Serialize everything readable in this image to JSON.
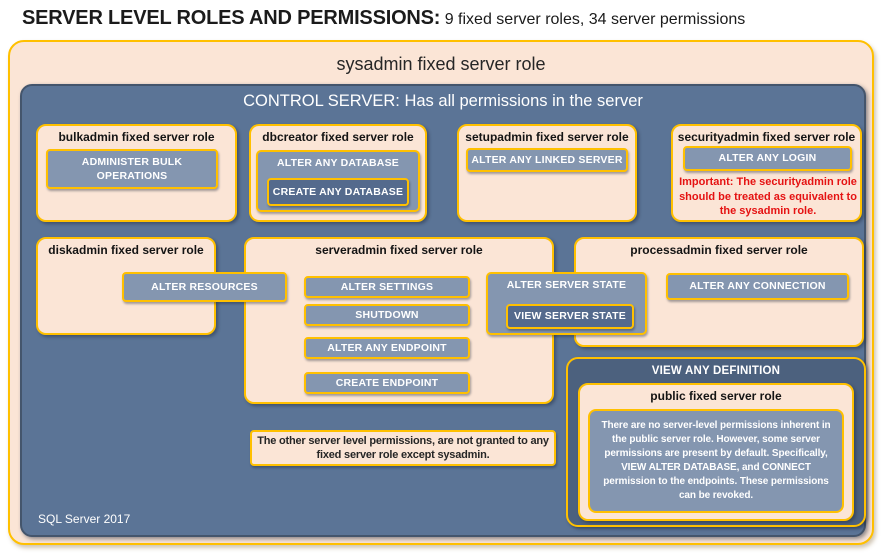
{
  "page": {
    "title_bold": "SERVER LEVEL ROLES AND PERMISSIONS:",
    "title_rest": " 9 fixed server roles, 34 server permissions"
  },
  "sysadmin_label": "sysadmin fixed server role",
  "control": {
    "label": "CONTROL SERVER: Has all permissions in the server",
    "footer": "SQL Server 2017"
  },
  "bulkadmin": {
    "label": "bulkadmin fixed server role",
    "perm": "ADMINISTER BULK OPERATIONS"
  },
  "dbcreator": {
    "label": "dbcreator fixed server role",
    "perm": "ALTER ANY DATABASE",
    "nested_perm": "CREATE ANY DATABASE"
  },
  "setupadmin": {
    "label": "setupadmin fixed server role",
    "perm": "ALTER ANY LINKED SERVER"
  },
  "securityadmin": {
    "label": "securityadmin fixed server role",
    "perm": "ALTER ANY LOGIN",
    "warning": "Important: The securityadmin role should be treated as equivalent to the sysadmin role."
  },
  "diskadmin": {
    "label": "diskadmin fixed server role",
    "perm": "ALTER RESOURCES"
  },
  "serveradmin": {
    "label": "serveradmin fixed server role",
    "perms": [
      "ALTER SETTINGS",
      "SHUTDOWN",
      "ALTER ANY ENDPOINT",
      "CREATE ENDPOINT"
    ]
  },
  "shared": {
    "perm": "ALTER SERVER STATE",
    "nested_perm": "VIEW SERVER STATE"
  },
  "processadmin": {
    "label": "processadmin fixed server role",
    "perm": "ALTER ANY CONNECTION"
  },
  "public_role": {
    "container_perm": "VIEW ANY DEFINITION",
    "label": "public fixed server role",
    "note": "There are no server-level permissions inherent in the public server role. However, some server permissions are present by default. Specifically, VIEW ALTER DATABASE, and CONNECT permission to the endpoints. These permissions can be revoked."
  },
  "footnote": "The other server level permissions, are not granted to any fixed server role except sysadmin.",
  "colors": {
    "peach": "#FBE5D6",
    "gold_border": "#FFC000",
    "control_slate": "#5B7496",
    "permission_slate": "#8496B0",
    "nested_slate": "#546A8D",
    "view_any_definition_slate": "#4C617E",
    "warning_red": "#E51212"
  }
}
